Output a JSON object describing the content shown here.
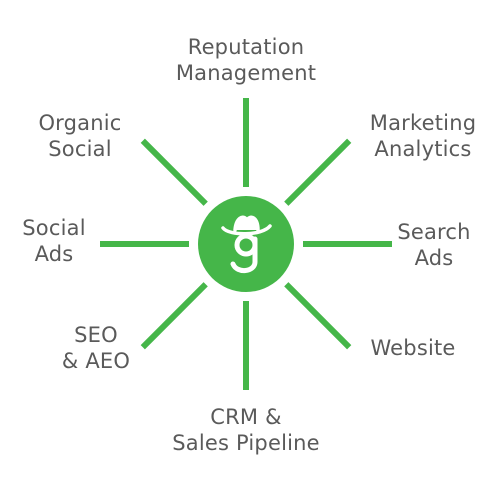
{
  "colors": {
    "accent": "#45b649",
    "label_text": "#5a5a5a",
    "background": "#ffffff"
  },
  "hub": {
    "icon": "g-logo-with-cowboy-hat-icon"
  },
  "spokes": [
    {
      "id": "reputation",
      "lines": [
        "Reputation",
        "Management"
      ]
    },
    {
      "id": "marketing-analytics",
      "lines": [
        "Marketing",
        "Analytics"
      ]
    },
    {
      "id": "search-ads",
      "lines": [
        "Search",
        "Ads"
      ]
    },
    {
      "id": "website",
      "lines": [
        "Website"
      ]
    },
    {
      "id": "crm",
      "lines": [
        "CRM &",
        "Sales Pipeline"
      ]
    },
    {
      "id": "seo",
      "lines": [
        "SEO",
        "& AEO"
      ]
    },
    {
      "id": "social-ads",
      "lines": [
        "Social",
        "Ads"
      ]
    },
    {
      "id": "organic-social",
      "lines": [
        "Organic",
        "Social"
      ]
    }
  ]
}
